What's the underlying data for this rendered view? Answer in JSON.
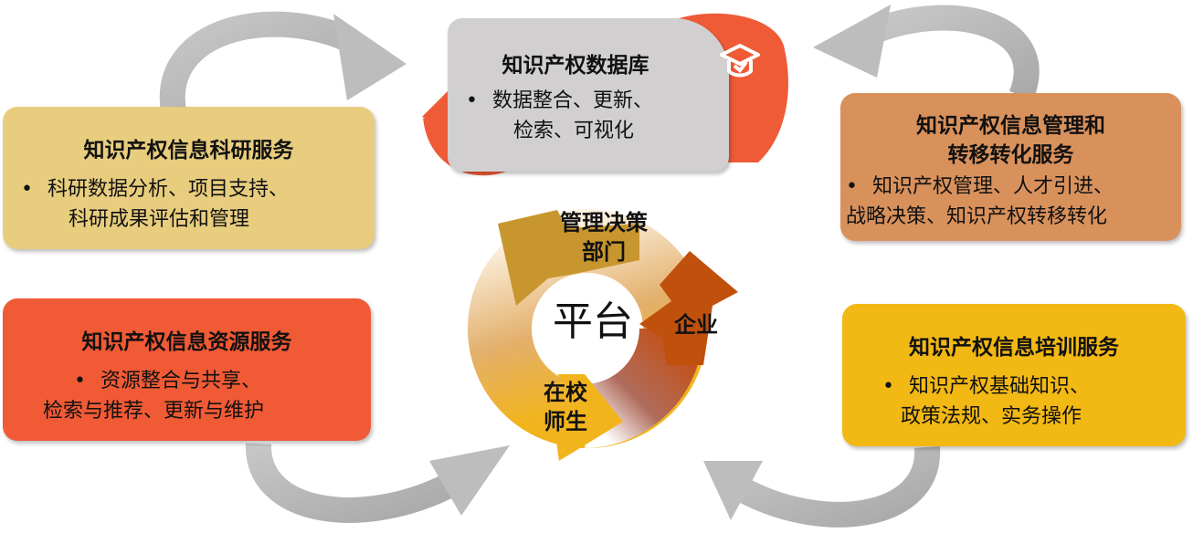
{
  "center": {
    "label": "平台",
    "segments": {
      "management": "管理决策\n部门",
      "enterprise": "企业",
      "students": "在校\n师生"
    }
  },
  "boxes": {
    "database": {
      "title": "知识产权数据库",
      "body_line1": "数据整合、更新、",
      "body_line2": "检索、可视化",
      "color": "#d1cfd0"
    },
    "research": {
      "title": "知识产权信息科研服务",
      "body_line1": "科研数据分析、项目支持、",
      "body_line2": "科研成果评估和管理",
      "color": "#e8cd7e"
    },
    "resource": {
      "title": "知识产权信息资源服务",
      "body_line1": "资源整合与共享、",
      "body_line2": "检索与推荐、更新与维护",
      "color": "#f05a35"
    },
    "management": {
      "title_line1": "知识产权信息管理和",
      "title_line2": "转移转化服务",
      "body_line1": "知识产权管理、人才引进、",
      "body_line2": "战略决策、知识产权转移转化",
      "color": "#d9915c"
    },
    "training": {
      "title": "知识产权信息培训服务",
      "body_line1": "知识产权基础知识、",
      "body_line2": "政策法规、实务操作",
      "color": "#f2b814"
    }
  },
  "bullet_char": "•",
  "logo": {
    "icon": "graduation-cap-icon",
    "color": "#ef5b36"
  }
}
